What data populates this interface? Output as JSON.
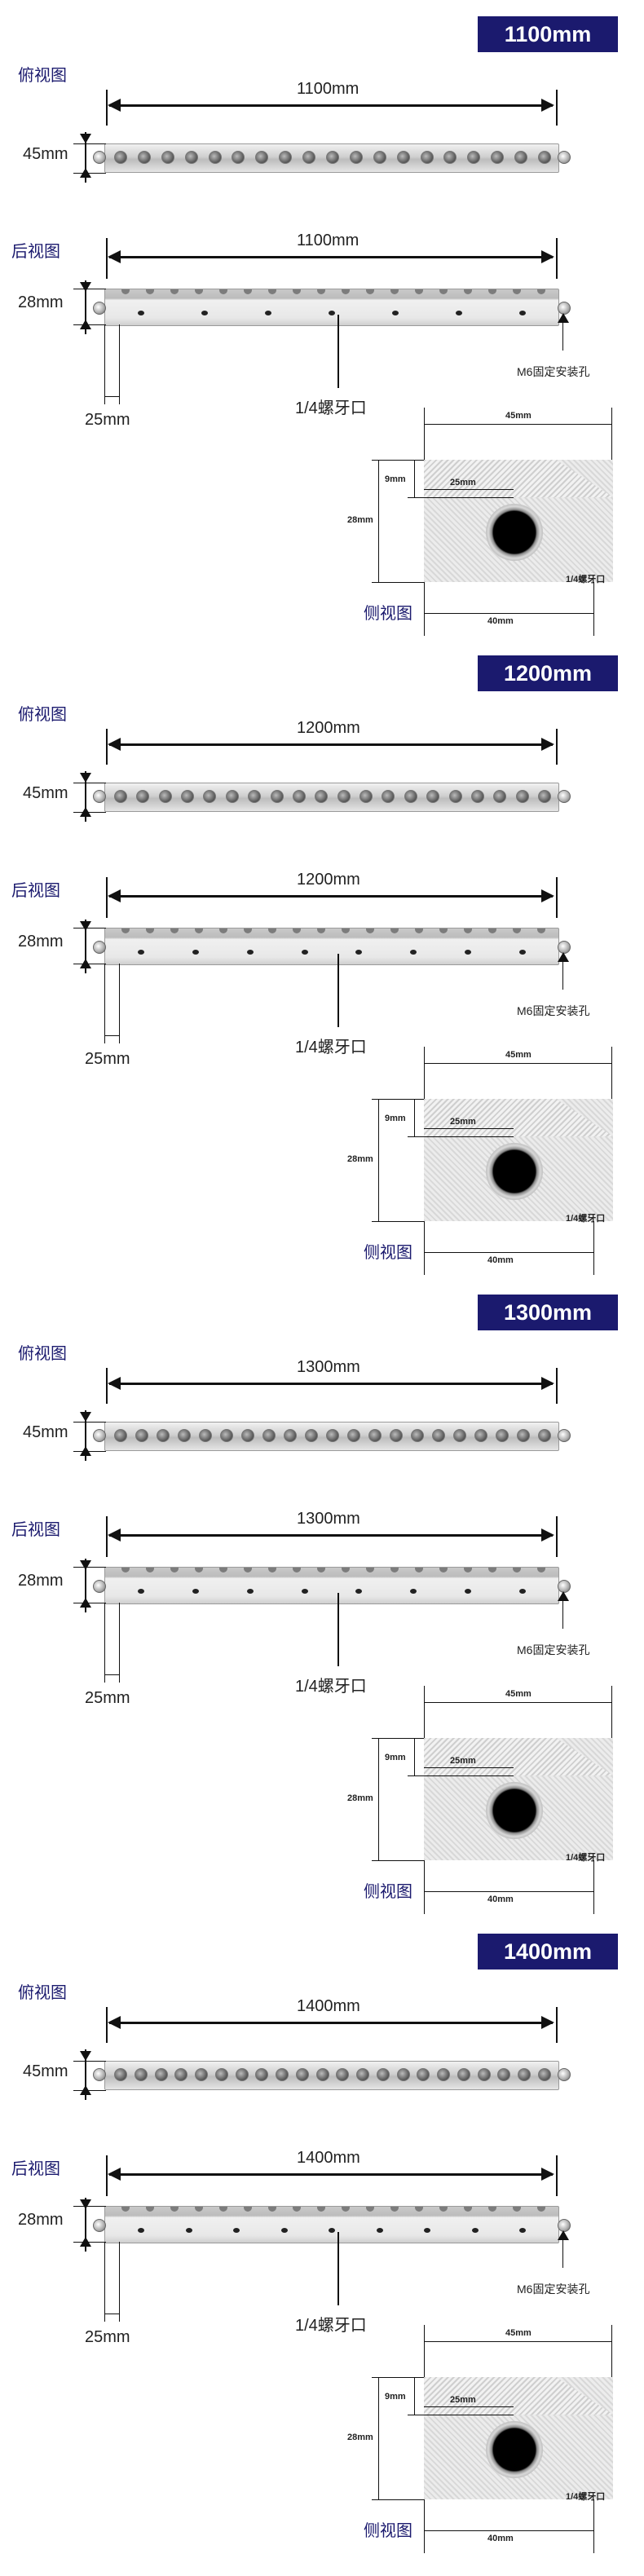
{
  "variants": [
    {
      "badge": "1100mm",
      "length": "1100mm",
      "holes": 19,
      "back_holes": 7
    },
    {
      "badge": "1200mm",
      "length": "1200mm",
      "holes": 20,
      "back_holes": 8
    },
    {
      "badge": "1300mm",
      "length": "1300mm",
      "holes": 21,
      "back_holes": 8
    },
    {
      "badge": "1400mm",
      "length": "1400mm",
      "holes": 22,
      "back_holes": 9
    }
  ],
  "labels": {
    "top_view": "俯视图",
    "back_view": "后视图",
    "side_view": "侧视图",
    "width": "45mm",
    "height": "28mm",
    "offset": "25mm",
    "thread": "1/4螺牙口",
    "mount_hole": "M6固定安装孔",
    "profile_width": "45mm",
    "profile_depth": "9mm",
    "profile_height": "28mm",
    "profile_offset": "25mm",
    "profile_hole": "1/4螺牙口",
    "profile_bottom": "40mm"
  }
}
